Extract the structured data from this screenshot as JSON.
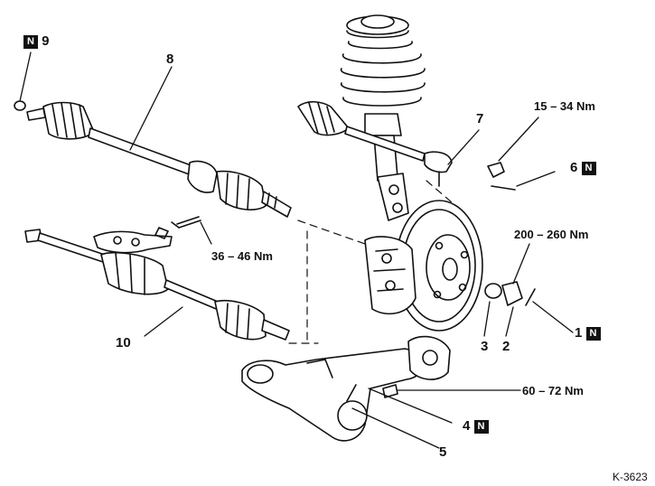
{
  "callouts": {
    "c1": {
      "number": "1",
      "badge": "N"
    },
    "c2": {
      "number": "2"
    },
    "c3": {
      "number": "3"
    },
    "c4": {
      "number": "4",
      "badge": "N"
    },
    "c5": {
      "number": "5"
    },
    "c6": {
      "number": "6",
      "badge": "N"
    },
    "c7": {
      "number": "7"
    },
    "c8": {
      "number": "8"
    },
    "c9": {
      "number": "9",
      "badge": "N"
    },
    "c10": {
      "number": "10"
    }
  },
  "torques": {
    "t1": "15 – 34 Nm",
    "t2": "200 – 260 Nm",
    "t3": "36 – 46 Nm",
    "t4": "60 – 72 Nm"
  },
  "reference": "K-3623",
  "colors": {
    "ink": "#111111",
    "paper": "#ffffff"
  }
}
